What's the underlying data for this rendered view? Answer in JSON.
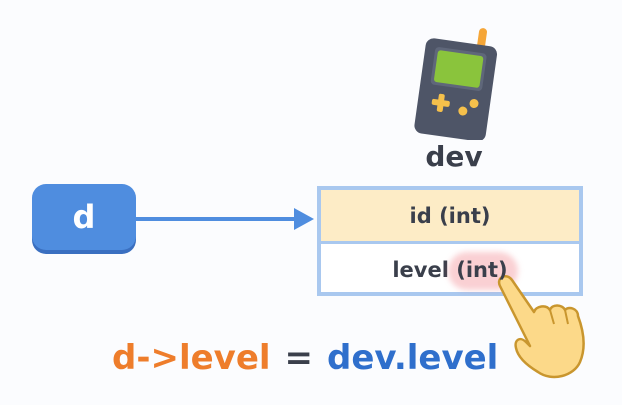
{
  "struct": {
    "name": "dev",
    "fields": [
      {
        "label": "id (int)"
      },
      {
        "label_name": "level",
        "label_type": "(int)",
        "highlighted": true
      }
    ]
  },
  "pointer": {
    "label": "d"
  },
  "formula": {
    "left": "d->level",
    "operator": "=",
    "right": "dev.level"
  },
  "colors": {
    "pointer": "#4f8ddf",
    "struct_border": "#a9c8ef",
    "id_row": "#fdecc6",
    "formula_left": "#ee7d2b",
    "formula_right": "#2f6fcc",
    "highlight": "#f3a3aa"
  },
  "icons": {
    "device": "handheld-game-device-icon",
    "hand": "pointing-hand-icon"
  }
}
